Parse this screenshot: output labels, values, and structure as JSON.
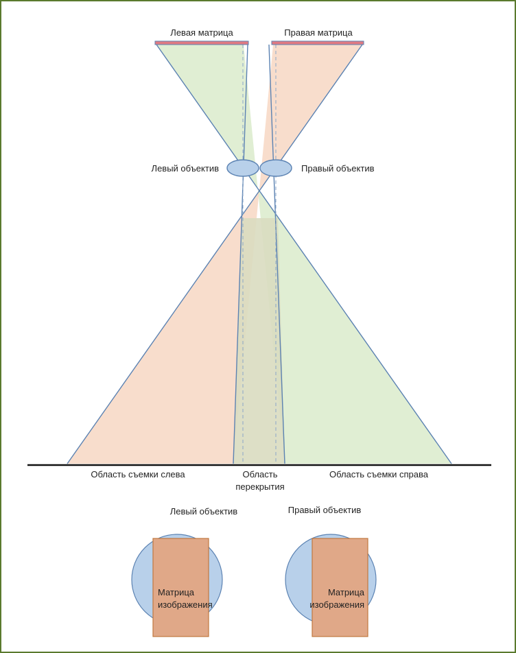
{
  "labels": {
    "left_matrix": "Левая матрица",
    "right_matrix": "Правая матрица",
    "left_lens": "Левый объектив",
    "right_lens": "Правый объектив",
    "area_left": "Область съемки слева",
    "overlap_line1": "Область",
    "overlap_line2": "перекрытия",
    "area_right": "Область съемки справа",
    "left_lens_view": "Левый объектив",
    "right_lens_view": "Правый объектив",
    "matrix_line1": "Матрица",
    "matrix_line2": "изображения"
  },
  "colors": {
    "frame": "#5a7a2e",
    "green_fill": "#d8eac8",
    "orange_fill": "#f6d4bf",
    "overlap_fill": "#d9dcc0",
    "line": "#5b82b2",
    "matrix_bar": "#e07a82",
    "lens_fill": "#b8d0ea",
    "sensor_fill": "#e0a888",
    "sensor_stroke": "#c07840",
    "ground": "#111111"
  }
}
